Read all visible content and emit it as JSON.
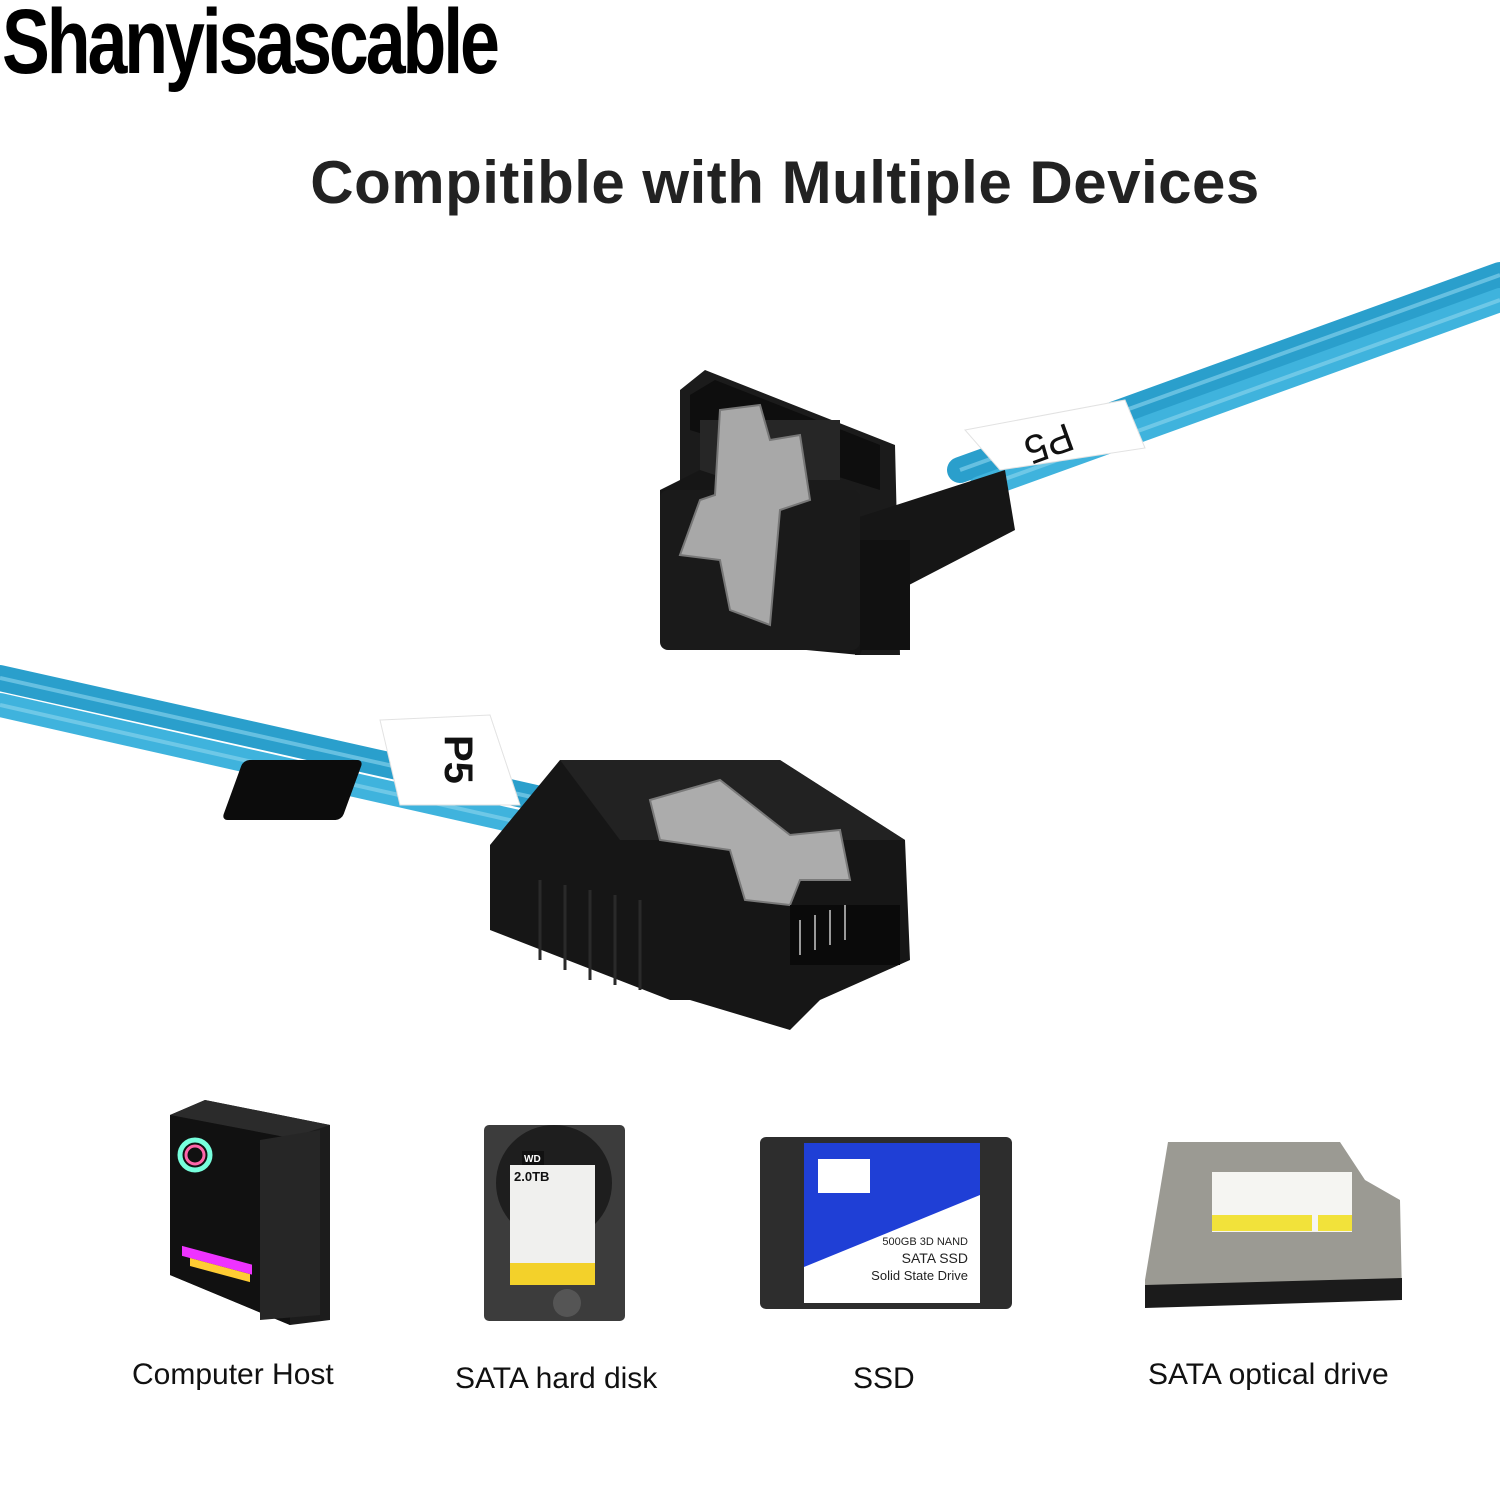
{
  "brand": {
    "text": "Shanyisascable"
  },
  "headline": {
    "text": "Compitible with Multiple Devices"
  },
  "cable": {
    "color": "#3aaed8",
    "connector_color": "#151515",
    "latch_color": "#a9a9a9",
    "top_connector": {
      "type": "right-angle SATA connector",
      "label": "P5"
    },
    "bottom_connector": {
      "type": "straight SATA connector",
      "label": "P5"
    }
  },
  "devices": [
    {
      "id": "computer-host",
      "label": "Computer Host",
      "icon": "pc-tower-icon"
    },
    {
      "id": "sata-hard-disk",
      "label": "SATA hard disk",
      "icon": "hard-disk-icon",
      "detail": {
        "capacity": "2.0TB",
        "brand_badge": "WD"
      }
    },
    {
      "id": "ssd",
      "label": "SSD",
      "icon": "ssd-icon",
      "detail": {
        "line1": "500GB 3D NAND",
        "line2": "SATA SSD",
        "line3": "Solid State Drive",
        "accent": "#1f3fd6"
      }
    },
    {
      "id": "sata-optical-drive",
      "label": "SATA optical drive",
      "icon": "optical-drive-icon",
      "detail": {
        "label_accent": "#f2e23a"
      }
    }
  ]
}
